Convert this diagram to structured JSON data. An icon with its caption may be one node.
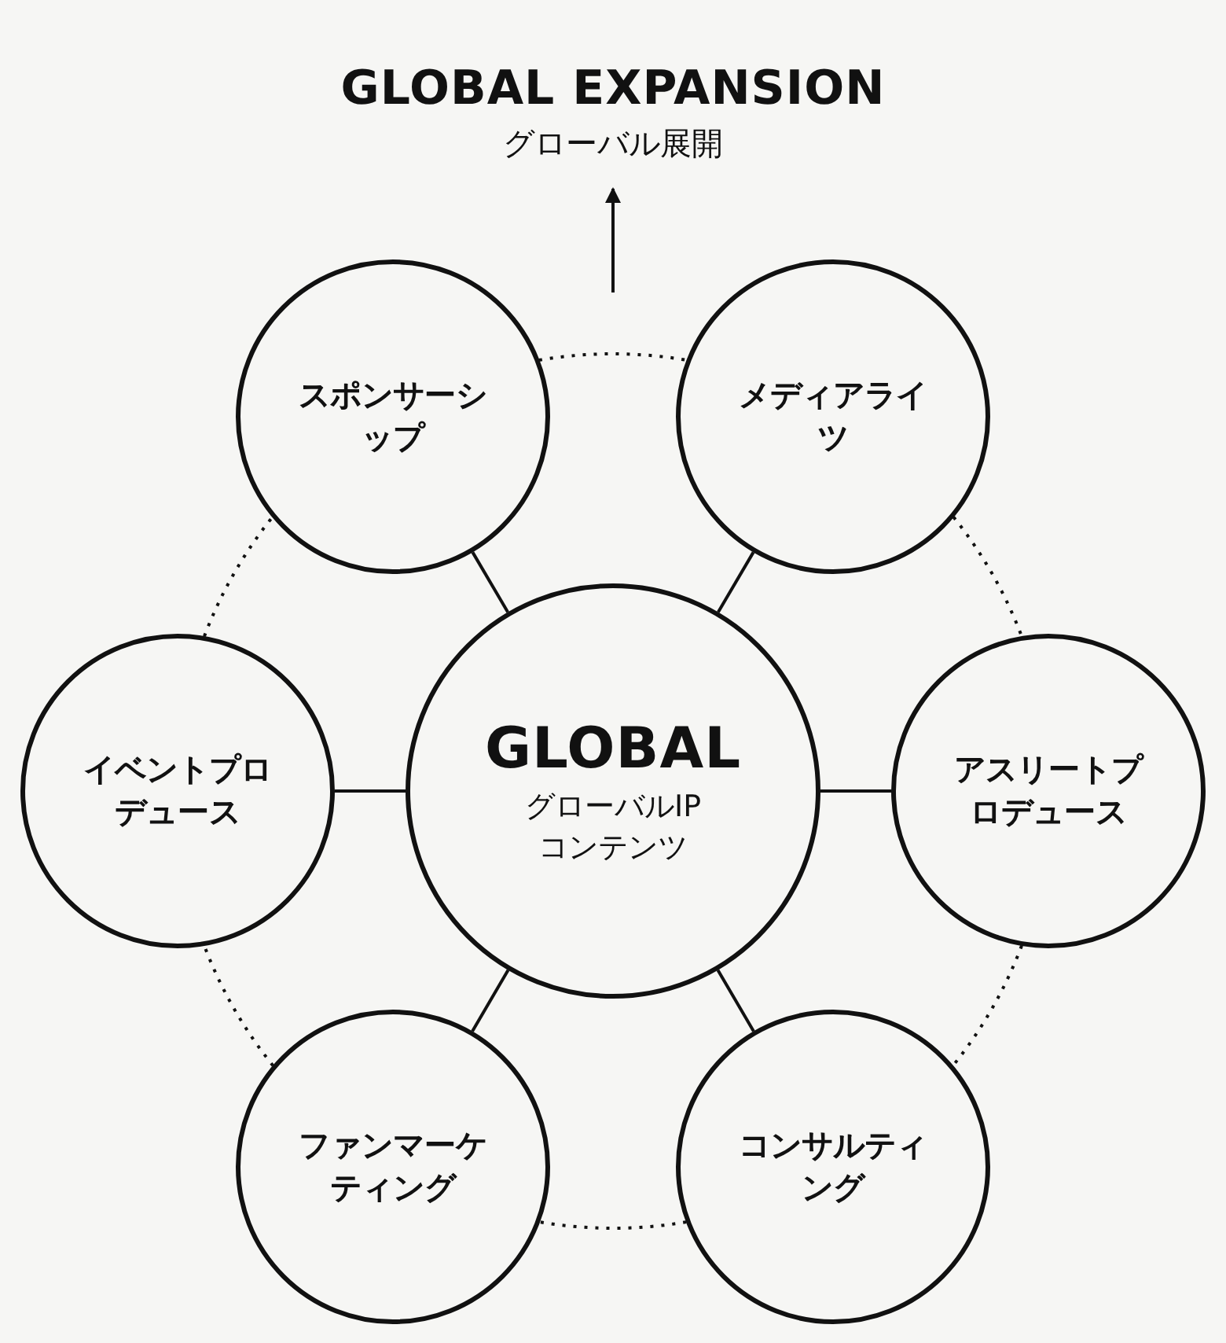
{
  "diagram": {
    "nodes": [
      {
        "text": [
          "GLOBAL EXPANSION",
          "グローバル展開"
        ]
      },
      {
        "text": [
          "GLOBAL",
          "グローバルIPコンテンツ"
        ]
      },
      {
        "text": [
          "スポンサーシップ"
        ]
      },
      {
        "text": [
          "メディアライツ"
        ]
      },
      {
        "text": [
          "イベントプロデュース"
        ]
      },
      {
        "text": [
          "アスリートプロデュース"
        ]
      },
      {
        "text": [
          "ファンマーケティング"
        ]
      },
      {
        "text": [
          "コンサルティング"
        ]
      }
    ],
    "edges": [
      {
        "from": null,
        "to": 0,
        "arrow": "to"
      },
      {
        "from": 1,
        "to": 2,
        "arrow": "none"
      },
      {
        "from": 1,
        "to": 3,
        "arrow": "none"
      },
      {
        "from": 1,
        "to": 4,
        "arrow": "none"
      },
      {
        "from": 1,
        "to": 5,
        "arrow": "none"
      },
      {
        "from": 1,
        "to": 6,
        "arrow": "none"
      },
      {
        "from": 1,
        "to": 7,
        "arrow": "none"
      },
      {
        "from": 2,
        "to": 3,
        "arrow": "none",
        "style": "dashed"
      },
      {
        "from": 3,
        "to": 5,
        "arrow": "none",
        "style": "dashed"
      },
      {
        "from": 5,
        "to": 7,
        "arrow": "none",
        "style": "dashed"
      },
      {
        "from": 7,
        "to": 6,
        "arrow": "none",
        "style": "dashed"
      },
      {
        "from": 6,
        "to": 4,
        "arrow": "none",
        "style": "dashed"
      },
      {
        "from": 4,
        "to": 2,
        "arrow": "none",
        "style": "dashed"
      }
    ]
  }
}
